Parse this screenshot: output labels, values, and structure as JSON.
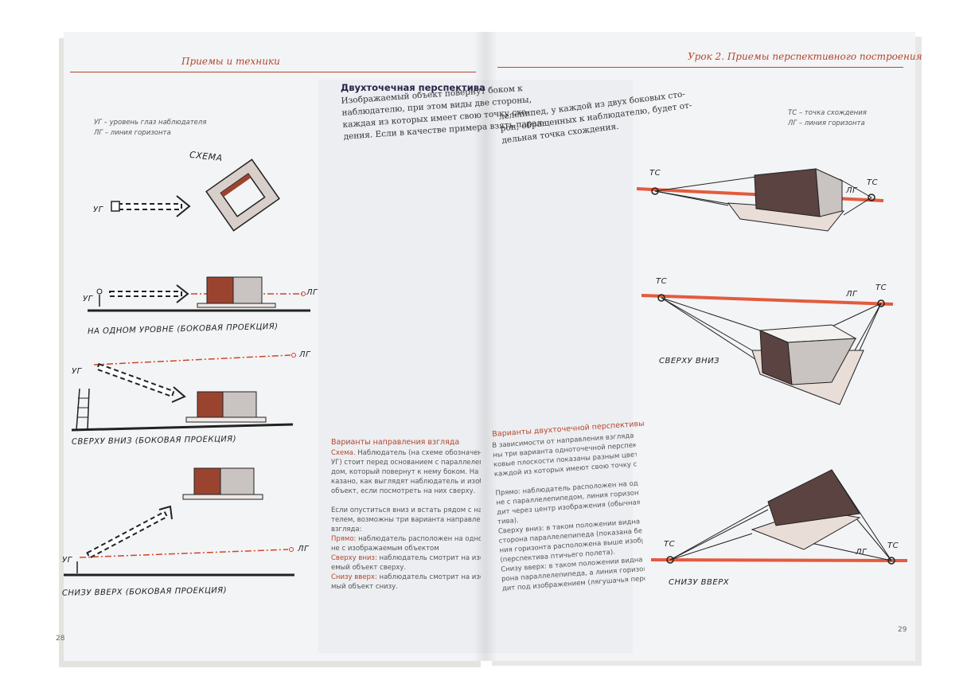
{
  "left_page": {
    "header": "Приемы и техники",
    "legend": [
      "УГ – уровень глаз наблюдателя",
      "ЛГ – линия горизонта"
    ],
    "labels": {
      "scheme": "СХЕМА",
      "ug": "УГ",
      "lg": "ЛГ",
      "level": "НА ОДНОМ УРОВНЕ (БОКОВАЯ ПРОЕКЦИЯ)",
      "top_down": "СВЕРХУ ВНИЗ (БОКОВАЯ ПРОЕКЦИЯ)",
      "bottom_up": "СНИЗУ ВВЕРХ (БОКОВАЯ ПРОЕКЦИЯ)"
    },
    "page_number": "28"
  },
  "middle_column": {
    "title": "Двухточечная перспектива",
    "intro": [
      "Изображаемый объект повернут боком к",
      "наблюдателю, при этом виды две стороны,",
      "каждая из которых имеет свою точку схо-",
      "дения. Если в качестве примера взять парал-"
    ],
    "variants_title": "Варианты направления взгляда",
    "variants_p1_term": "Схема.",
    "variants_p1": [
      "Наблюдатель (на схеме обозначен буквой",
      "УГ) стоит перед основанием с параллелепипе-",
      "дом, который повернут к нему боком. На схеме по-",
      "казано, как выглядят наблюдатель и изображаемый",
      "объект, если посмотреть на них сверху."
    ],
    "variants_p2": [
      "Если опуститься вниз и встать рядом с наблюда-",
      "телем, возможны три варианта направления",
      "взгляда:"
    ],
    "straight_term": "Прямо:",
    "straight": [
      "наблюдатель расположен на одном уров-",
      "не с изображаемым объектом"
    ],
    "down_term": "Сверху вниз:",
    "down": [
      "наблюдатель смотрит на изобража-",
      "емый объект сверху."
    ],
    "up_term": "Снизу вверх:",
    "up": [
      "наблюдатель смотрит на изображае-",
      "мый объект снизу."
    ]
  },
  "right_page": {
    "header": "Урок 2. Приемы перспективного построения",
    "intro_cont": [
      "лелепипед, у каждой из двух боковых сто-",
      "рон, обращенных к наблюдателю, будет от-",
      "дельная точка схождения."
    ],
    "legend": [
      "ТС – точка схождения",
      "ЛГ – линия горизонта"
    ],
    "labels": {
      "ts": "ТС",
      "lg": "ЛГ",
      "top_down": "СВЕРХУ ВНИЗ",
      "bottom_up": "СНИЗУ ВВЕРХ"
    },
    "variants_title": "Варианты двухточечной перспективы",
    "variants_p1": [
      "В зависимости от направления взгляда возмож-",
      "ны три варианта одноточечной перспективы. Бо-",
      "ковые плоскости показаны разным цветом, линии",
      "каждой из которых имеют свою точку схождения."
    ],
    "straight": [
      "Прямо: наблюдатель расположен на одном уров-",
      "не с параллелепипедом, линия горизонта прохо-",
      "дит через центр изображения (обычная перспек-",
      "тива)."
    ],
    "down": [
      "Сверху вниз: в таком положении видна верхняя",
      "сторона параллелепипеда (показана белым), а ли-",
      "ния горизонта расположена выше изображения",
      "(перспектива птичьего полета)."
    ],
    "up": [
      "Снизу вверх: в таком положении видна нижняя сто-",
      "рона параллелепипеда, а линия горизонта прохо-",
      "дит под изображением (лягушачья перспектива)."
    ],
    "page_number": "29"
  },
  "colors": {
    "accent": "#b4462c",
    "dark_face": "#5a4340",
    "light_face": "#c9c3c1",
    "rust": "#9a4430"
  }
}
